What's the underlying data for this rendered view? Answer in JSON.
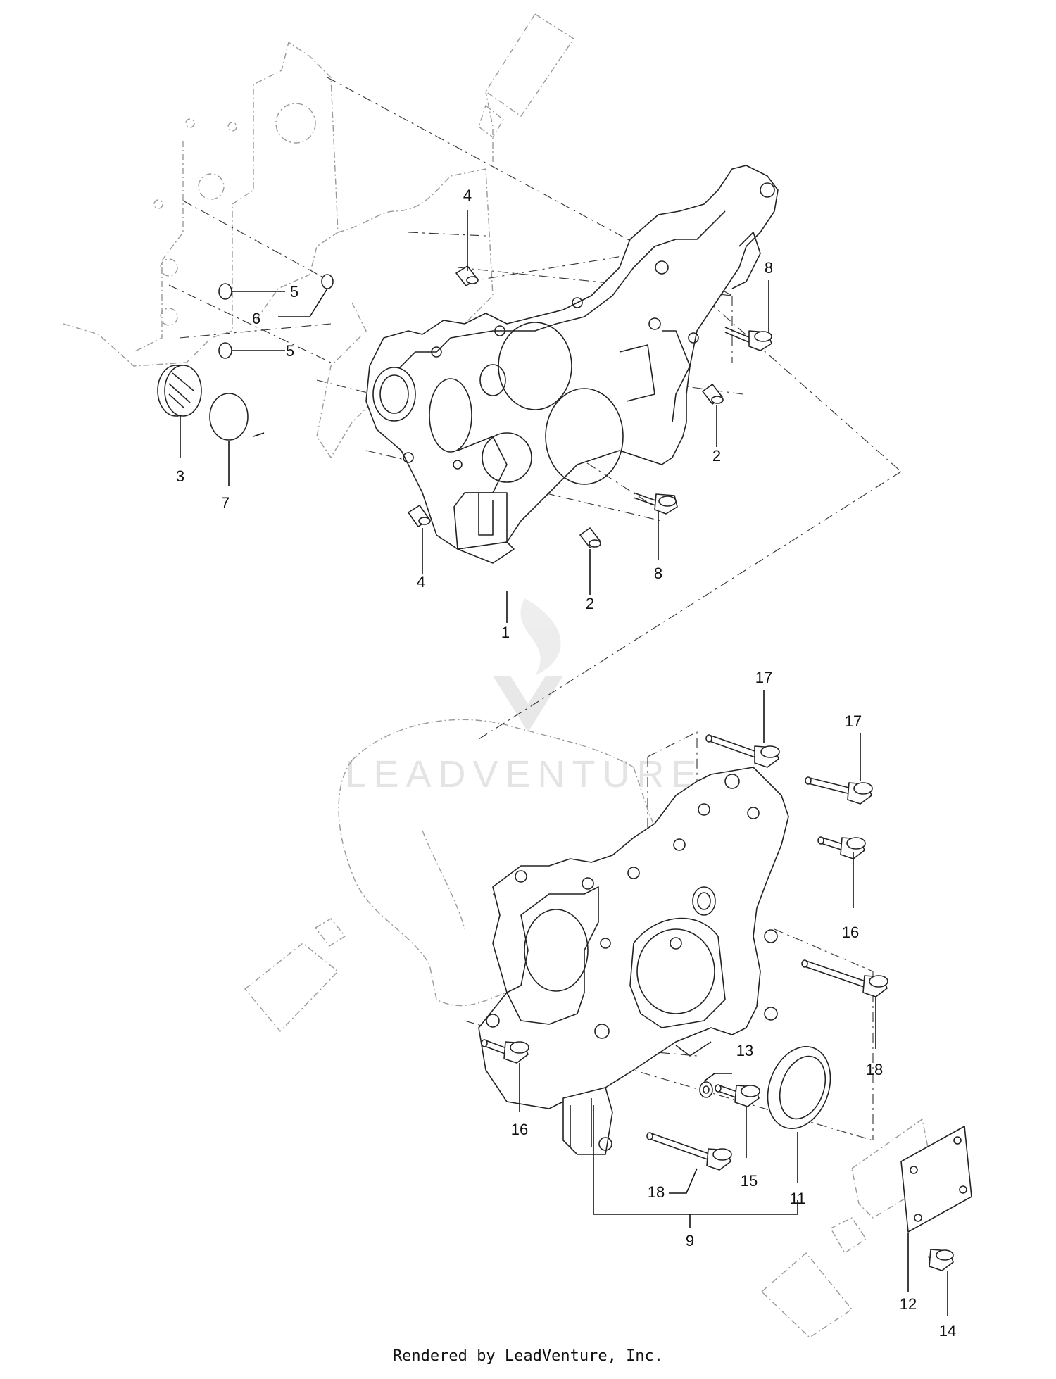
{
  "callouts": [
    {
      "id": "c1",
      "text": "1"
    },
    {
      "id": "c2a",
      "text": "2"
    },
    {
      "id": "c2b",
      "text": "2"
    },
    {
      "id": "c3",
      "text": "3"
    },
    {
      "id": "c4a",
      "text": "4"
    },
    {
      "id": "c4b",
      "text": "4"
    },
    {
      "id": "c5a",
      "text": "5"
    },
    {
      "id": "c5b",
      "text": "5"
    },
    {
      "id": "c6",
      "text": "6"
    },
    {
      "id": "c7",
      "text": "7"
    },
    {
      "id": "c8a",
      "text": "8"
    },
    {
      "id": "c8b",
      "text": "8"
    },
    {
      "id": "c9",
      "text": "9"
    },
    {
      "id": "c11",
      "text": "11"
    },
    {
      "id": "c12",
      "text": "12"
    },
    {
      "id": "c13",
      "text": "13"
    },
    {
      "id": "c14",
      "text": "14"
    },
    {
      "id": "c15",
      "text": "15"
    },
    {
      "id": "c16a",
      "text": "16"
    },
    {
      "id": "c16b",
      "text": "16"
    },
    {
      "id": "c17a",
      "text": "17"
    },
    {
      "id": "c17b",
      "text": "17"
    },
    {
      "id": "c18a",
      "text": "18"
    },
    {
      "id": "c18b",
      "text": "18"
    }
  ],
  "watermark": "LEADVENTURE",
  "footer": "Rendered by LeadVenture, Inc.",
  "colors": {
    "line": "#222222",
    "ghost": "#9a9a9a",
    "watermark": "#e2e2e2"
  }
}
